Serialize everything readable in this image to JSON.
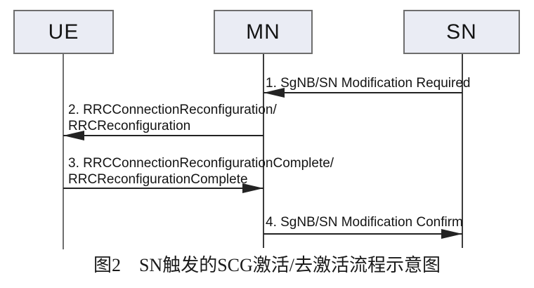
{
  "diagram": {
    "entities": [
      {
        "label": "UE"
      },
      {
        "label": "MN"
      },
      {
        "label": "SN"
      }
    ],
    "messages": [
      {
        "lines": [
          "1. SgNB/SN Modification Required"
        ],
        "from": "SN",
        "to": "MN",
        "direction": "left"
      },
      {
        "lines": [
          "2. RRCConnectionReconfiguration/",
          "RRCReconfiguration"
        ],
        "from": "MN",
        "to": "UE",
        "direction": "left"
      },
      {
        "lines": [
          "3. RRCConnectionReconfigurationComplete/",
          "RRCReconfigurationComplete"
        ],
        "from": "UE",
        "to": "MN",
        "direction": "right"
      },
      {
        "lines": [
          "4. SgNB/SN Modification Confirm"
        ],
        "from": "MN",
        "to": "SN",
        "direction": "right"
      }
    ],
    "caption": "图2　SN触发的SCG激活/去激活流程示意图",
    "colors": {
      "background": "#ffffff",
      "box_fill": "#eaecf4",
      "box_border": "#6e6e6e",
      "line": "#232323",
      "text": "#141414"
    }
  }
}
